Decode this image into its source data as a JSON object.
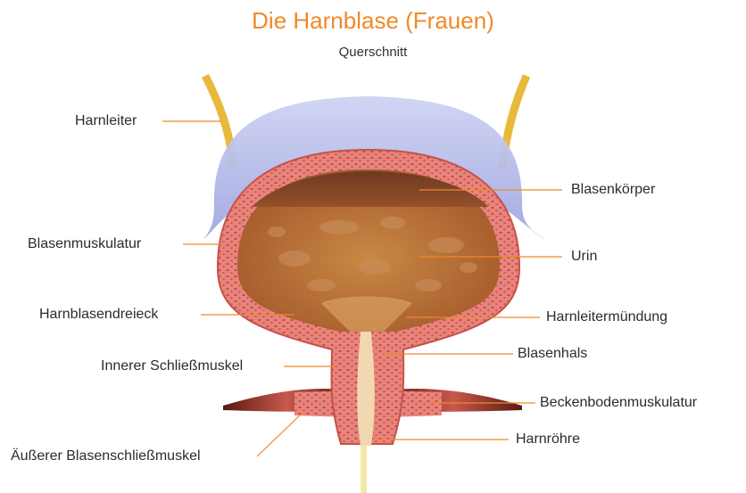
{
  "title": "Die Harnblase (Frauen)",
  "subtitle": "Querschnitt",
  "colors": {
    "accent": "#f0892a",
    "leader_line": "#f0892a",
    "muscle_wall": "#e07a72",
    "urine": "#b86a30",
    "cap": "#aeb4e6",
    "ureter": "#e8b93a"
  },
  "labels": {
    "left": [
      "Harnleiter",
      "Blasenmuskulatur",
      "Harnblasendreieck",
      "Innerer Schließmuskel",
      "Äußerer Blasenschließmuskel"
    ],
    "right": [
      "Blasenkörper",
      "Urin",
      "Harnleitermündung",
      "Blasenhals",
      "Beckenbodenmuskulatur",
      "Harnröhre"
    ]
  }
}
